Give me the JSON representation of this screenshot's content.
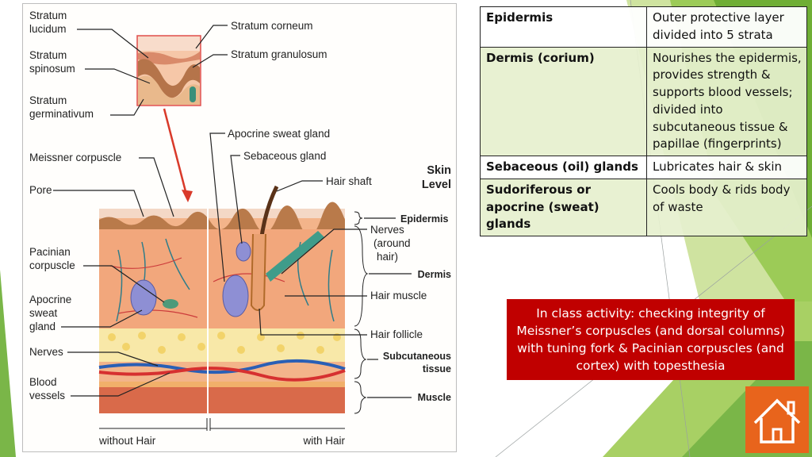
{
  "slide": {
    "accent_green": "#7ab648",
    "light_green": "#b7d77a",
    "alert_red": "#c00000",
    "home_orange": "#e8641c"
  },
  "diagram": {
    "inset_labels": {
      "lucidum": [
        "Stratum",
        "lucidum"
      ],
      "corneum": "Stratum corneum",
      "spinosum": [
        "Stratum",
        "spinosum"
      ],
      "granulosum": "Stratum granulosum",
      "germinativum": [
        "Stratum",
        "germinativum"
      ]
    },
    "left_labels": {
      "meissner": "Meissner corpuscle",
      "pore": "Pore",
      "pacinian": [
        "Pacinian",
        "corpuscle"
      ],
      "apocrine": [
        "Apocrine",
        "sweat",
        "gland"
      ],
      "nerves": "Nerves",
      "blood": [
        "Blood",
        "vessels"
      ]
    },
    "top_labels": {
      "apocrine_sweat_gland": "Apocrine sweat gland",
      "sebaceous_gland": "Sebaceous gland",
      "hair_shaft": "Hair shaft"
    },
    "right_labels": {
      "nerves_hair": [
        "Nerves",
        "(around",
        "hair)"
      ],
      "hair_muscle": "Hair muscle",
      "hair_follicle": "Hair follicle"
    },
    "level_heading": [
      "Skin",
      "Level"
    ],
    "levels": {
      "epidermis": "Epidermis",
      "dermis": "Dermis",
      "subcutaneous": [
        "Subcutaneous",
        "tissue"
      ],
      "muscle": "Muscle"
    },
    "bottom_labels": {
      "without_hair": "without Hair",
      "with_hair": "with Hair"
    }
  },
  "table": {
    "rows": [
      {
        "term": "Epidermis",
        "description": "Outer protective layer divided into 5 strata"
      },
      {
        "term": "Dermis (corium)",
        "description": "Nourishes the epidermis, provides strength & supports blood vessels; divided into subcutaneous tissue & papillae (fingerprints)"
      },
      {
        "term": "Sebaceous (oil) glands",
        "description": "Lubricates hair & skin"
      },
      {
        "term": "Sudoriferous or apocrine (sweat) glands",
        "description": "Cools body & rids body of waste"
      }
    ]
  },
  "activity": {
    "text": "In class activity: checking integrity of Meissner’s corpuscles (and dorsal columns) with tuning fork & Pacinian corpuscles (and cortex) with topesthesia"
  },
  "nav": {
    "home_icon": "home-icon"
  }
}
